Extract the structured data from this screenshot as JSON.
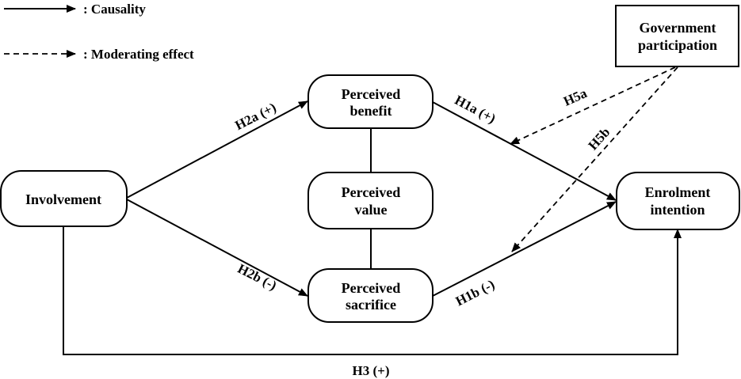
{
  "legend": {
    "causality": ": Causality",
    "moderating": ": Moderating effect"
  },
  "nodes": {
    "involvement": [
      "Involvement"
    ],
    "benefit": [
      "Perceived",
      "benefit"
    ],
    "value": [
      "Perceived",
      "value"
    ],
    "sacrifice": [
      "Perceived",
      "sacrifice"
    ],
    "enrolment": [
      "Enrolment",
      "intention"
    ],
    "government": [
      "Government",
      "participation"
    ]
  },
  "hypotheses": {
    "h1a": "H1a (+)",
    "h1b": "H1b (-)",
    "h2a": "H2a (+)",
    "h2b": "H2b (-)",
    "h3": "H3 (+)",
    "h5a": "H5a",
    "h5b": "H5b"
  },
  "colors": {
    "stroke": "#000000",
    "background": "#ffffff"
  }
}
